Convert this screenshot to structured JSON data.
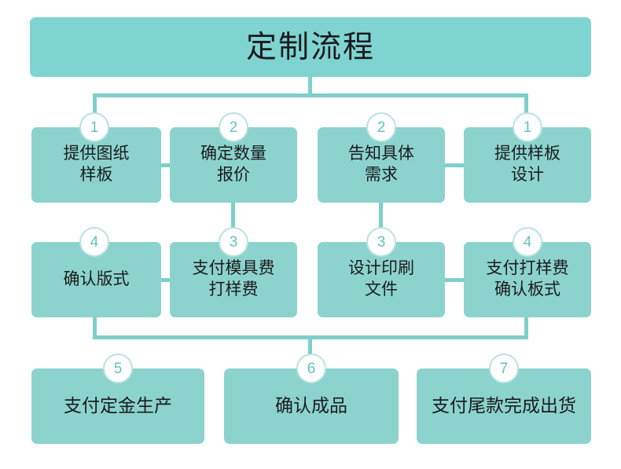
{
  "header": {
    "title": "定制流程"
  },
  "palette": {
    "title_box": "#7FD4D2",
    "node_box": "#8CD3CD",
    "connector": "#7ECFCB",
    "badge_ring": "#B9E3E0",
    "badge_number": "#63C3BD",
    "text": "#1B1B1B",
    "background": "#FFFFFF"
  },
  "rows": {
    "row1": [
      {
        "badge": "1",
        "label": "提供图纸\n样板"
      },
      {
        "badge": "2",
        "label": "确定数量\n报价"
      },
      {
        "badge": "2",
        "label": "告知具体\n需求"
      },
      {
        "badge": "1",
        "label": "提供样板\n设计"
      }
    ],
    "row2": [
      {
        "badge": "4",
        "label": "确认版式"
      },
      {
        "badge": "3",
        "label": "支付模具费\n打样费"
      },
      {
        "badge": "3",
        "label": "设计印刷\n文件"
      },
      {
        "badge": "4",
        "label": "支付打样费\n确认板式"
      }
    ],
    "row3": [
      {
        "badge": "5",
        "label": "支付定金生产"
      },
      {
        "badge": "6",
        "label": "确认成品"
      },
      {
        "badge": "7",
        "label": "支付尾款完成出货"
      }
    ]
  }
}
